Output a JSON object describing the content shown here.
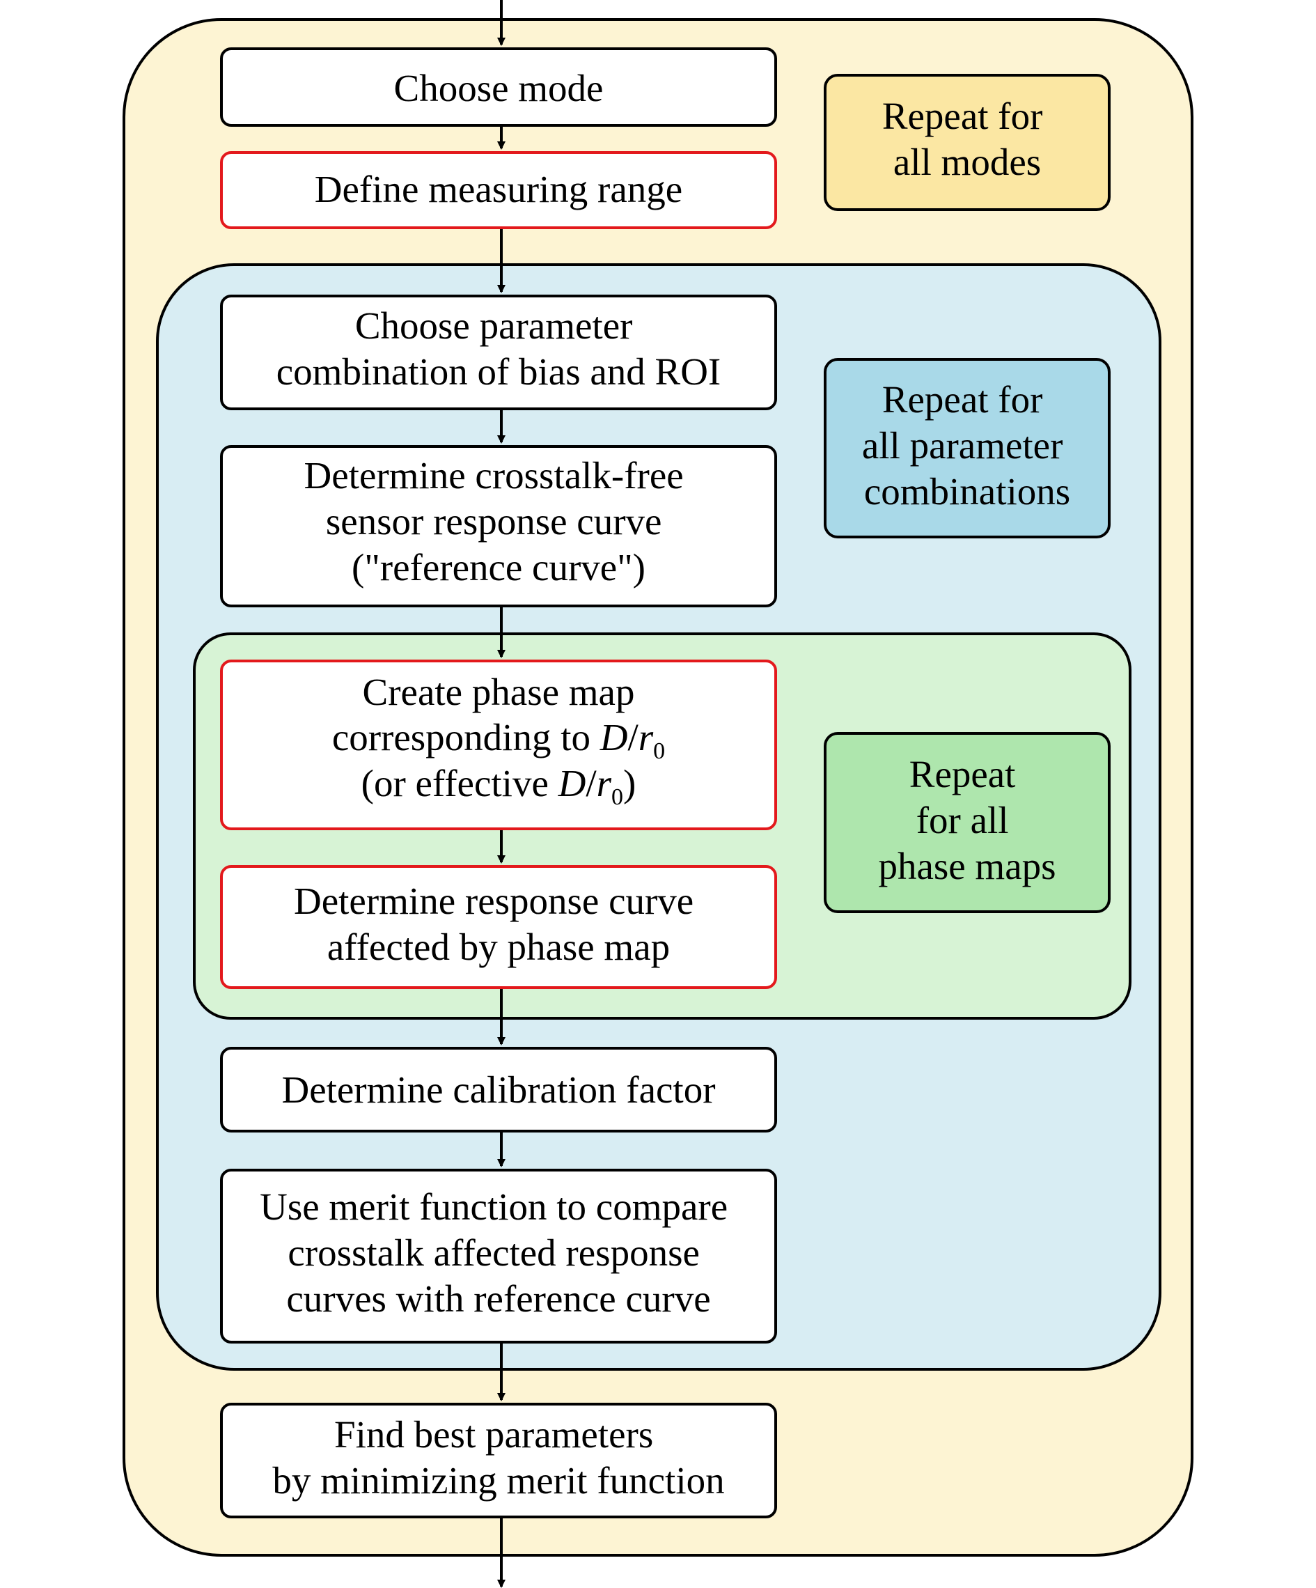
{
  "colors": {
    "outer_loop_fill": "#fdf4d3",
    "middle_loop_fill": "#d8edf3",
    "inner_loop_fill": "#d7f3d5",
    "repeat_modes_fill": "#fbe7a3",
    "repeat_params_fill": "#a9d9e8",
    "repeat_phase_fill": "#aee6ad",
    "highlight_border": "#e3191c",
    "normal_border": "#000000"
  },
  "steps": {
    "choose_mode": [
      "Choose mode"
    ],
    "define_range": [
      "Define measuring range"
    ],
    "choose_params": [
      "Choose parameter",
      "combination of bias and ROI"
    ],
    "reference_curve": [
      "Determine crosstalk-free",
      "sensor response curve",
      "(\"reference curve\")"
    ],
    "phase_map": {
      "line1": "Create phase map",
      "line2_text": "corresponding to ",
      "line3_open": "(or effective ",
      "line3_close": ")",
      "d": "D",
      "slash": "/",
      "r": "r",
      "subscript": "0"
    },
    "affected_curve": [
      "Determine response curve",
      "affected by phase map"
    ],
    "calibration": [
      "Determine calibration factor"
    ],
    "merit": [
      "Use merit function to compare",
      "crosstalk affected response",
      "curves with reference curve"
    ],
    "best": [
      "Find best parameters",
      "by minimizing merit function"
    ]
  },
  "repeat_labels": {
    "modes": [
      "Repeat for",
      "all modes"
    ],
    "params": [
      "Repeat for",
      "all parameter",
      "combinations"
    ],
    "phase": [
      "Repeat",
      "for all",
      "phase maps"
    ]
  }
}
